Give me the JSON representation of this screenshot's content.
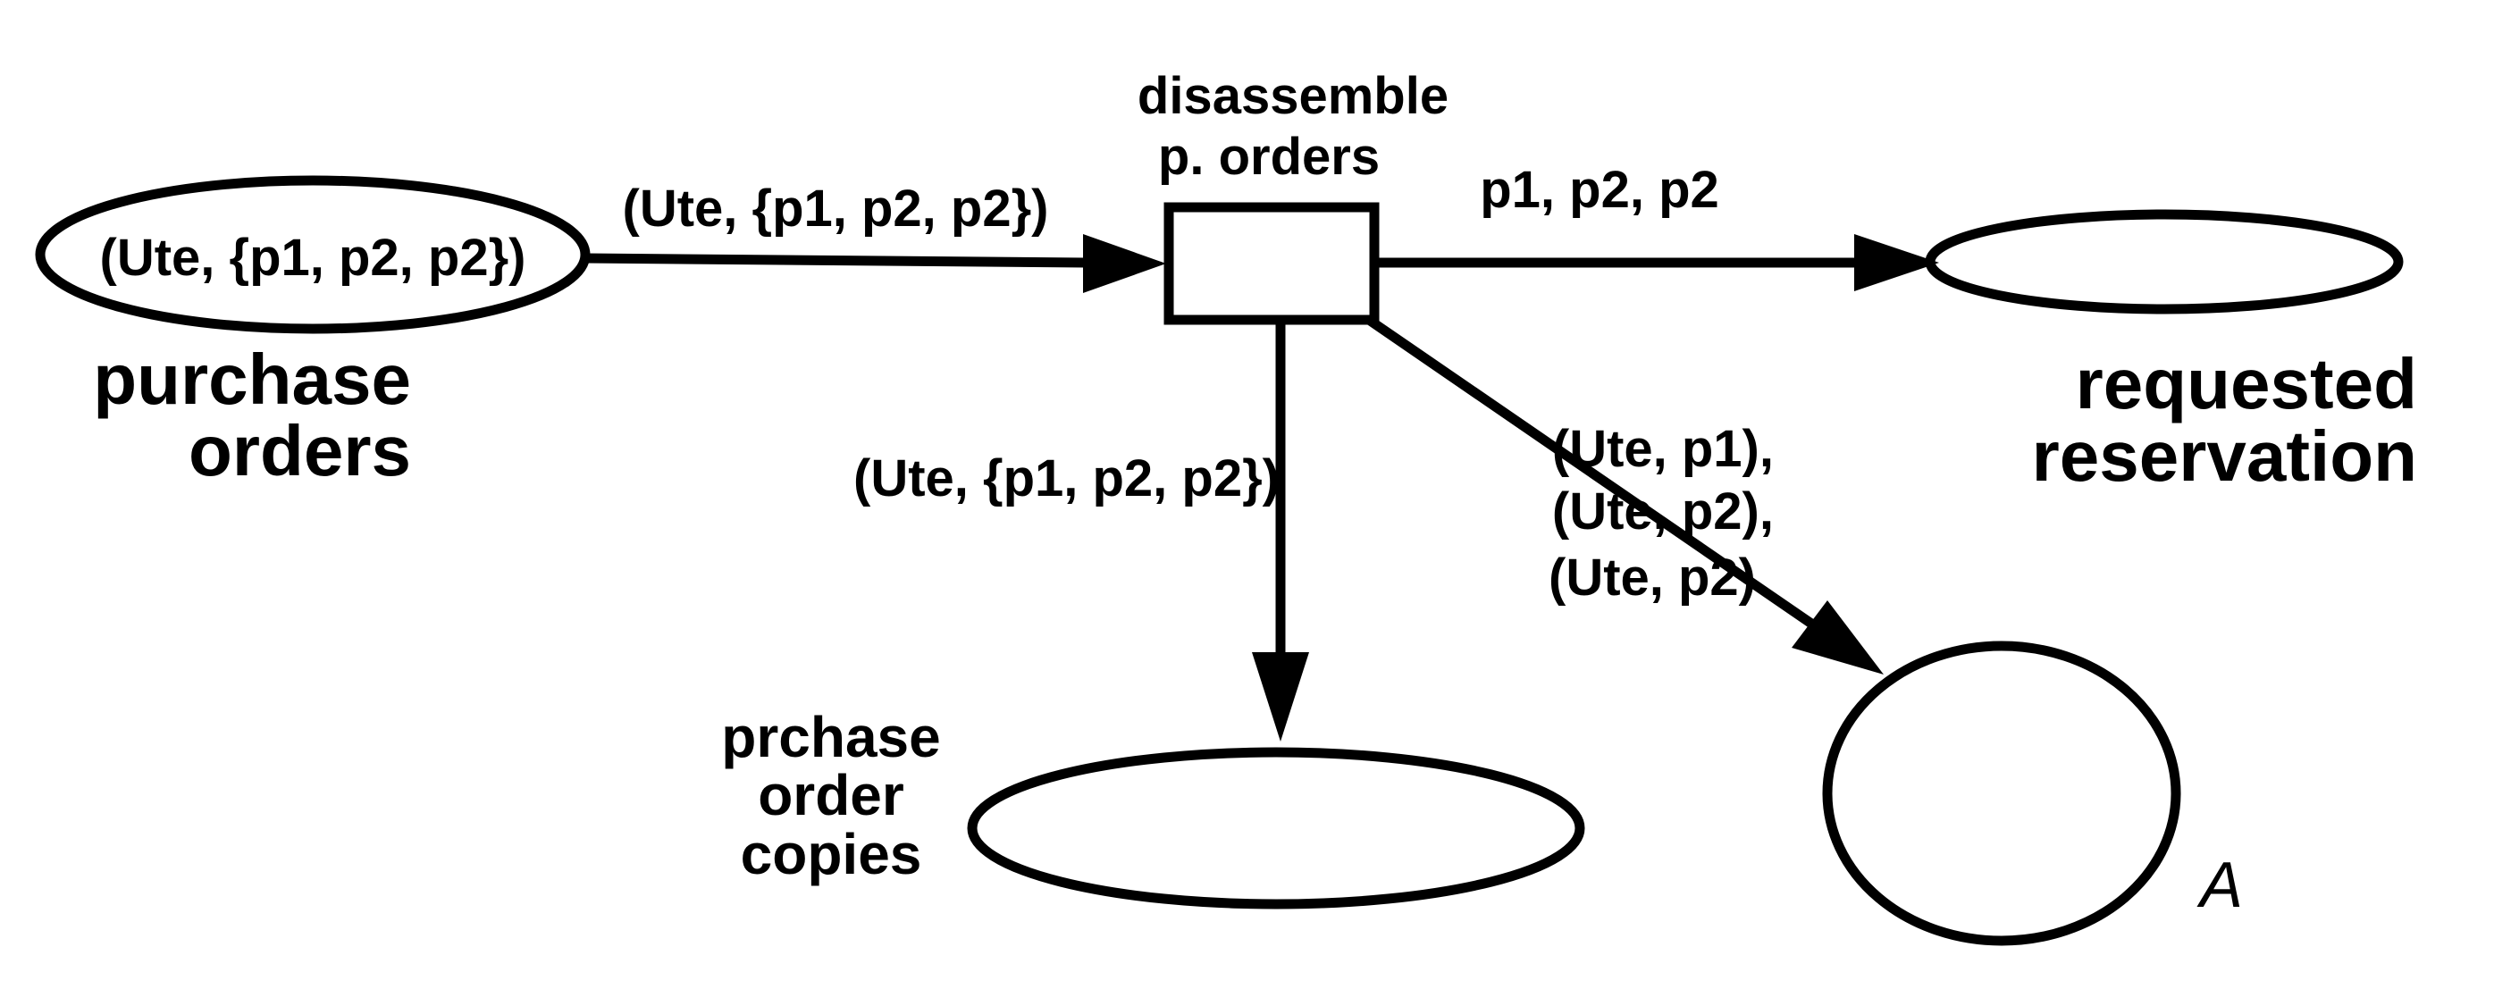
{
  "places": {
    "purchase_orders": {
      "token": "(Ute, {p1, p2, p2})",
      "name_line1": "purchase",
      "name_line2": "orders"
    },
    "requested_reservation": {
      "name_line1": "requested",
      "name_line2": "reservation"
    },
    "purchase_order_copies": {
      "name_line1": "prchase",
      "name_line2": "order",
      "name_line3": "copies"
    },
    "place_a": {
      "name": "A"
    }
  },
  "transition": {
    "name_line1": "disassemble",
    "name_line2": "p. orders"
  },
  "arcs": {
    "in": "(Ute, {p1, p2, p2})",
    "to_reservation": "p1, p2, p2",
    "to_copies": "(Ute, {p1, p2, p2})",
    "to_a_line1": "(Ute, p1),",
    "to_a_line2": "(Ute, p2),",
    "to_a_line3": "(Ute, p2)"
  }
}
